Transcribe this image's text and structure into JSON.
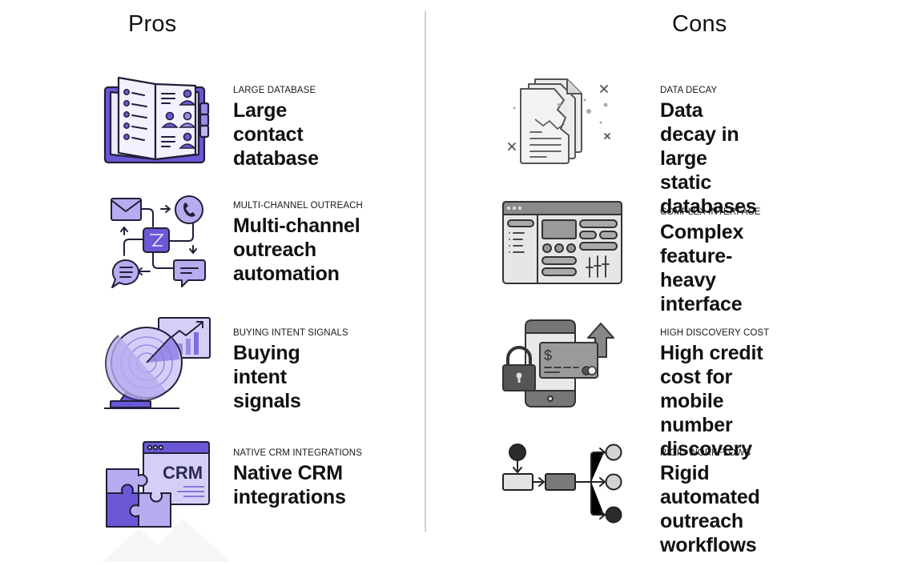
{
  "columns": {
    "pros": {
      "title": "Pros",
      "accent_color": "#6a58d6",
      "items": [
        {
          "icon": "contact-book-icon",
          "kicker": "LARGE DATABASE",
          "headline_lines": [
            "Large contact",
            "database"
          ]
        },
        {
          "icon": "multichannel-flow-icon",
          "kicker": "MULTI-CHANNEL OUTREACH",
          "headline_lines": [
            "Multi-channel",
            "outreach",
            "automation"
          ]
        },
        {
          "icon": "radar-signal-icon",
          "kicker": "BUYING INTENT SIGNALS",
          "headline_lines": [
            "Buying intent",
            "signals"
          ]
        },
        {
          "icon": "crm-puzzle-icon",
          "kicker": "NATIVE CRM INTEGRATIONS",
          "headline_lines": [
            "Native CRM",
            "integrations"
          ],
          "icon_text": "CRM"
        }
      ]
    },
    "cons": {
      "title": "Cons",
      "accent_color": "#555555",
      "items": [
        {
          "icon": "decaying-documents-icon",
          "kicker": "DATA DECAY",
          "headline_lines": [
            "Data decay in large",
            "static databases"
          ]
        },
        {
          "icon": "complex-interface-icon",
          "kicker": "COMPLEX INTERFACE",
          "headline_lines": [
            "Complex feature-heavy",
            "interface"
          ]
        },
        {
          "icon": "mobile-credit-cost-icon",
          "kicker": "HIGH DISCOVERY COST",
          "headline_lines": [
            "High credit cost for",
            "mobile number discovery"
          ],
          "icon_text": "$"
        },
        {
          "icon": "rigid-workflow-icon",
          "kicker": "RIGID WORKFLOWS",
          "headline_lines": [
            "Rigid automated",
            "outreach workflows"
          ]
        }
      ]
    }
  }
}
